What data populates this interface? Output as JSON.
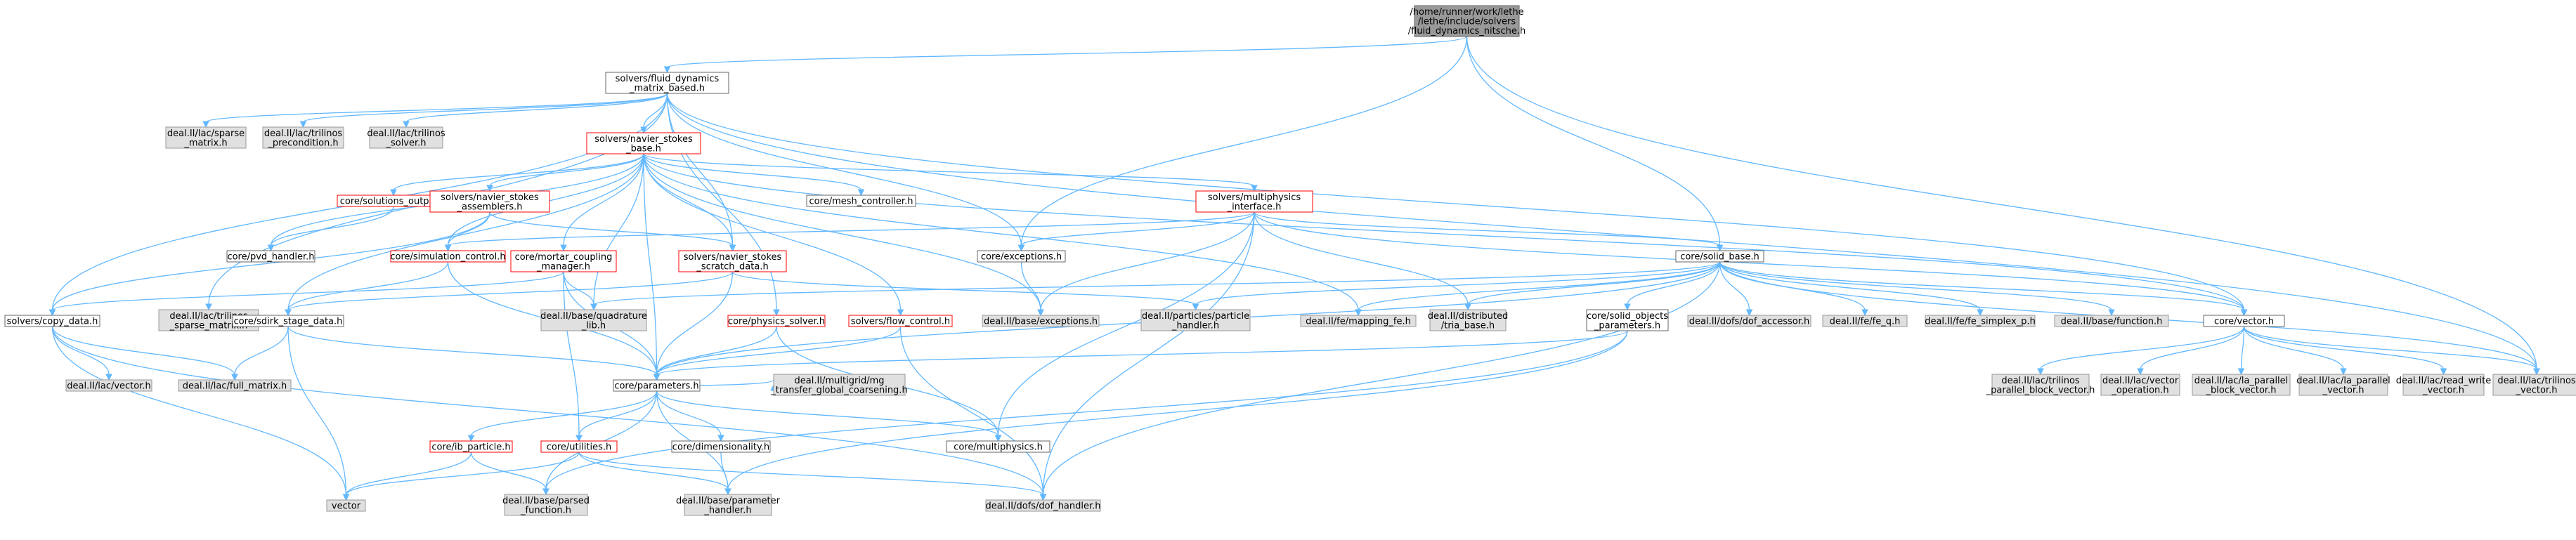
{
  "colors": {
    "edge": "#63b8ff",
    "root_fill": "#999999",
    "file_fill": "#ffffff",
    "file_stroke": "#666666",
    "incomplete_stroke": "#ff0000",
    "external_fill": "#e0e0e0",
    "external_stroke": "#999999"
  },
  "nodes": [
    {
      "id": "root",
      "lines": [
        "/home/runner/work/lethe",
        "/lethe/include/solvers",
        "/fluid_dynamics_nitsche.h"
      ],
      "style": "root"
    },
    {
      "id": "fdmb",
      "lines": [
        "solvers/fluid_dynamics",
        "_matrix_based.h"
      ],
      "style": "file"
    },
    {
      "id": "dsparse",
      "lines": [
        "deal.II/lac/sparse",
        "_matrix.h"
      ],
      "style": "ext"
    },
    {
      "id": "dtrilprec",
      "lines": [
        "deal.II/lac/trilinos",
        "_precondition.h"
      ],
      "style": "ext"
    },
    {
      "id": "dtrilsolver",
      "lines": [
        "deal.II/lac/trilinos",
        "_solver.h"
      ],
      "style": "ext"
    },
    {
      "id": "nsbase",
      "lines": [
        "solvers/navier_stokes",
        "_base.h"
      ],
      "style": "red"
    },
    {
      "id": "solout",
      "lines": [
        "core/solutions_output.h"
      ],
      "style": "red"
    },
    {
      "id": "nsassem",
      "lines": [
        "solvers/navier_stokes",
        "_assemblers.h"
      ],
      "style": "red"
    },
    {
      "id": "meshctrl",
      "lines": [
        "core/mesh_controller.h"
      ],
      "style": "file"
    },
    {
      "id": "mpinterface",
      "lines": [
        "solvers/multiphysics",
        "_interface.h"
      ],
      "style": "red"
    },
    {
      "id": "pvd",
      "lines": [
        "core/pvd_handler.h"
      ],
      "style": "file"
    },
    {
      "id": "simctrl",
      "lines": [
        "core/simulation_control.h"
      ],
      "style": "red"
    },
    {
      "id": "mortar",
      "lines": [
        "core/mortar_coupling",
        "_manager.h"
      ],
      "style": "red"
    },
    {
      "id": "nsscratch",
      "lines": [
        "solvers/navier_stokes",
        "_scratch_data.h"
      ],
      "style": "red"
    },
    {
      "id": "exceptions",
      "lines": [
        "core/exceptions.h"
      ],
      "style": "file"
    },
    {
      "id": "solidbase",
      "lines": [
        "core/solid_base.h"
      ],
      "style": "file"
    },
    {
      "id": "copydata",
      "lines": [
        "solvers/copy_data.h"
      ],
      "style": "file"
    },
    {
      "id": "dtrilsparse",
      "lines": [
        "deal.II/lac/trilinos",
        "_sparse_matrix.h"
      ],
      "style": "ext"
    },
    {
      "id": "sdirk",
      "lines": [
        "core/sdirk_stage_data.h"
      ],
      "style": "file"
    },
    {
      "id": "dquad",
      "lines": [
        "deal.II/base/quadrature",
        "_lib.h"
      ],
      "style": "ext"
    },
    {
      "id": "physsolver",
      "lines": [
        "core/physics_solver.h"
      ],
      "style": "red"
    },
    {
      "id": "flowctrl",
      "lines": [
        "solvers/flow_control.h"
      ],
      "style": "red"
    },
    {
      "id": "dbaseexc",
      "lines": [
        "deal.II/base/exceptions.h"
      ],
      "style": "ext"
    },
    {
      "id": "dparticle",
      "lines": [
        "deal.II/particles/particle",
        "_handler.h"
      ],
      "style": "ext"
    },
    {
      "id": "dmapping",
      "lines": [
        "deal.II/fe/mapping_fe.h"
      ],
      "style": "ext"
    },
    {
      "id": "dtria",
      "lines": [
        "deal.II/distributed",
        "/tria_base.h"
      ],
      "style": "ext"
    },
    {
      "id": "solidobj",
      "lines": [
        "core/solid_objects",
        "_parameters.h"
      ],
      "style": "file"
    },
    {
      "id": "ddofacc",
      "lines": [
        "deal.II/dofs/dof_accessor.h"
      ],
      "style": "ext"
    },
    {
      "id": "dfeq",
      "lines": [
        "deal.II/fe/fe_q.h"
      ],
      "style": "ext"
    },
    {
      "id": "dfesimplex",
      "lines": [
        "deal.II/fe/fe_simplex_p.h"
      ],
      "style": "ext"
    },
    {
      "id": "dfunction",
      "lines": [
        "deal.II/base/function.h"
      ],
      "style": "ext"
    },
    {
      "id": "corevector",
      "lines": [
        "core/vector.h"
      ],
      "style": "file"
    },
    {
      "id": "dlacvec",
      "lines": [
        "deal.II/lac/vector.h"
      ],
      "style": "ext"
    },
    {
      "id": "dfullmat",
      "lines": [
        "deal.II/lac/full_matrix.h"
      ],
      "style": "ext"
    },
    {
      "id": "params",
      "lines": [
        "core/parameters.h"
      ],
      "style": "file"
    },
    {
      "id": "dmg",
      "lines": [
        "deal.II/multigrid/mg",
        "_transfer_global_coarsening.h"
      ],
      "style": "ext"
    },
    {
      "id": "multiphys",
      "lines": [
        "core/multiphysics.h"
      ],
      "style": "file"
    },
    {
      "id": "dimension",
      "lines": [
        "core/dimensionality.h"
      ],
      "style": "file"
    },
    {
      "id": "ibparticle",
      "lines": [
        "core/ib_particle.h"
      ],
      "style": "red"
    },
    {
      "id": "utilities",
      "lines": [
        "core/utilities.h"
      ],
      "style": "red"
    },
    {
      "id": "vector",
      "lines": [
        "vector"
      ],
      "style": "ext"
    },
    {
      "id": "dparsed",
      "lines": [
        "deal.II/base/parsed",
        "_function.h"
      ],
      "style": "ext"
    },
    {
      "id": "dparamh",
      "lines": [
        "deal.II/base/parameter",
        "_handler.h"
      ],
      "style": "ext"
    },
    {
      "id": "ddofhandler",
      "lines": [
        "deal.II/dofs/dof_handler.h"
      ],
      "style": "ext"
    },
    {
      "id": "dtrilpbv",
      "lines": [
        "deal.II/lac/trilinos",
        "_parallel_block_vector.h"
      ],
      "style": "ext"
    },
    {
      "id": "dvecop",
      "lines": [
        "deal.II/lac/vector",
        "_operation.h"
      ],
      "style": "ext"
    },
    {
      "id": "dlapbv",
      "lines": [
        "deal.II/lac/la_parallel",
        "_block_vector.h"
      ],
      "style": "ext"
    },
    {
      "id": "dlapv",
      "lines": [
        "deal.II/lac/la_parallel",
        "_vector.h"
      ],
      "style": "ext"
    },
    {
      "id": "dreadwrite",
      "lines": [
        "deal.II/lac/read_write",
        "_vector.h"
      ],
      "style": "ext"
    },
    {
      "id": "dtrilvec",
      "lines": [
        "deal.II/lac/trilinos",
        "_vector.h"
      ],
      "style": "ext"
    }
  ]
}
